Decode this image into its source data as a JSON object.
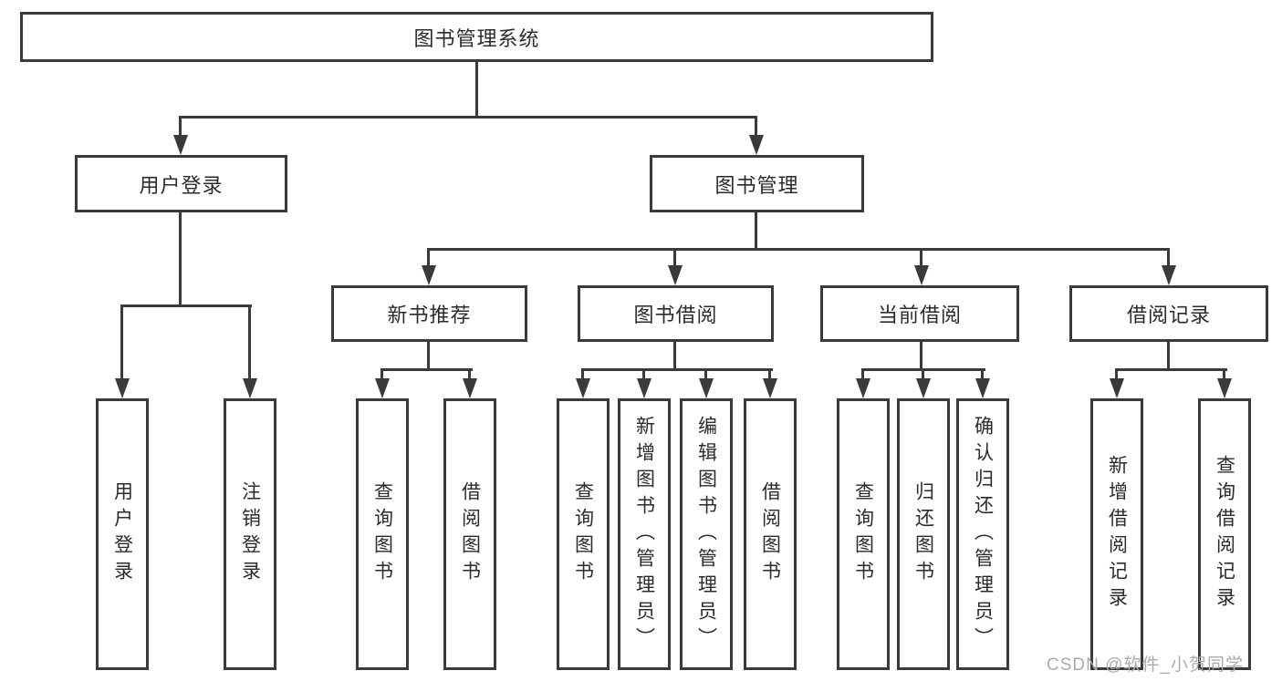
{
  "diagram": {
    "root": {
      "label": "图书管理系统"
    },
    "branches": [
      {
        "label": "用户登录",
        "leaves": [
          {
            "label": "用户登录"
          },
          {
            "label": "注销登录"
          }
        ]
      },
      {
        "label": "图书管理",
        "sections": [
          {
            "label": "新书推荐",
            "leaves": [
              {
                "label": "查询图书"
              },
              {
                "label": "借阅图书"
              }
            ]
          },
          {
            "label": "图书借阅",
            "leaves": [
              {
                "label": "查询图书"
              },
              {
                "label": "新增图书（管理员）"
              },
              {
                "label": "编辑图书（管理员）"
              },
              {
                "label": "借阅图书"
              }
            ]
          },
          {
            "label": "当前借阅",
            "leaves": [
              {
                "label": "查询图书"
              },
              {
                "label": "归还图书"
              },
              {
                "label": "确认归还（管理员）"
              }
            ]
          },
          {
            "label": "借阅记录",
            "leaves": [
              {
                "label": "新增借阅记录"
              },
              {
                "label": "查询借阅记录"
              }
            ]
          }
        ]
      }
    ]
  },
  "watermark": {
    "text": "CSDN @软件_小贺同学"
  },
  "colors": {
    "line": "#3a3a3a",
    "text": "#2b2b2b",
    "watermark": "#ababab",
    "background": "#ffffff"
  }
}
